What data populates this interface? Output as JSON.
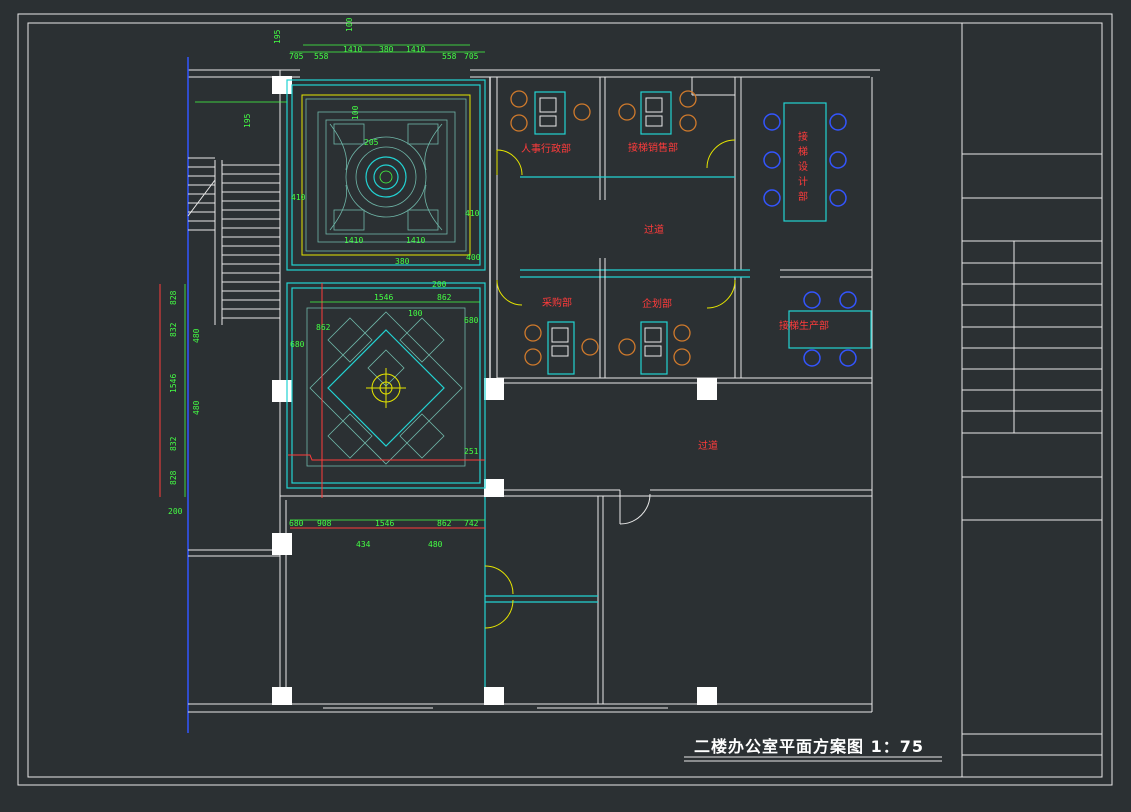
{
  "drawing": {
    "title": "二楼办公室平面方案图 1：75"
  },
  "rooms": {
    "hr_admin": "人事行政部",
    "sales": "接梯销售部",
    "design": "接梯设计部",
    "purchase": "采购部",
    "planning": "企划部",
    "production": "接梯生产部",
    "corridor_upper": "过道",
    "corridor_lower": "过道"
  },
  "dimensions": {
    "top_row": [
      "195",
      "100",
      "705",
      "558",
      "1410",
      "380",
      "1410",
      "558",
      "705"
    ],
    "upper_left": "195",
    "upper_room": [
      "100",
      "1410",
      "1410",
      "205",
      "410",
      "410",
      "380",
      "400"
    ],
    "lower_room": [
      "1546",
      "862",
      "680",
      "680",
      "862",
      "200",
      "251",
      "100"
    ],
    "left_column": [
      "828",
      "832",
      "480",
      "1546",
      "480",
      "832",
      "828",
      "200"
    ],
    "bottom_row": [
      "680",
      "908",
      "1546",
      "862",
      "742",
      "434",
      "480"
    ]
  },
  "colors": {
    "background": "#2b3033",
    "wall": "#e8e8e8",
    "cyan": "#22d3d3",
    "dim_green": "#44ff44",
    "label_red": "#ff3b3b",
    "chair_blue": "#3355ff",
    "chair_orange": "#d07a2c"
  }
}
